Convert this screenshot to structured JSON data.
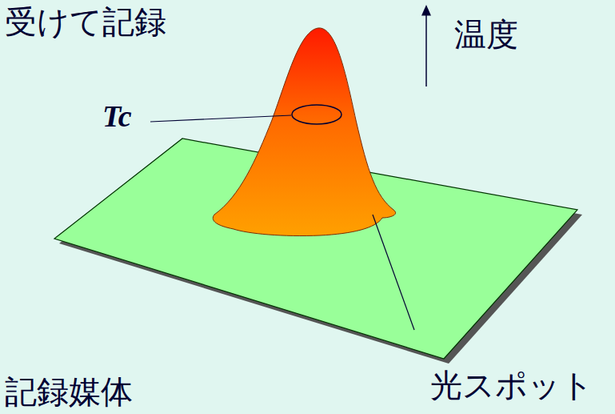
{
  "diagram": {
    "labels": [
      "受けて記録",
      "温度",
      "Tc",
      "光スポット",
      "記録媒体"
    ]
  }
}
